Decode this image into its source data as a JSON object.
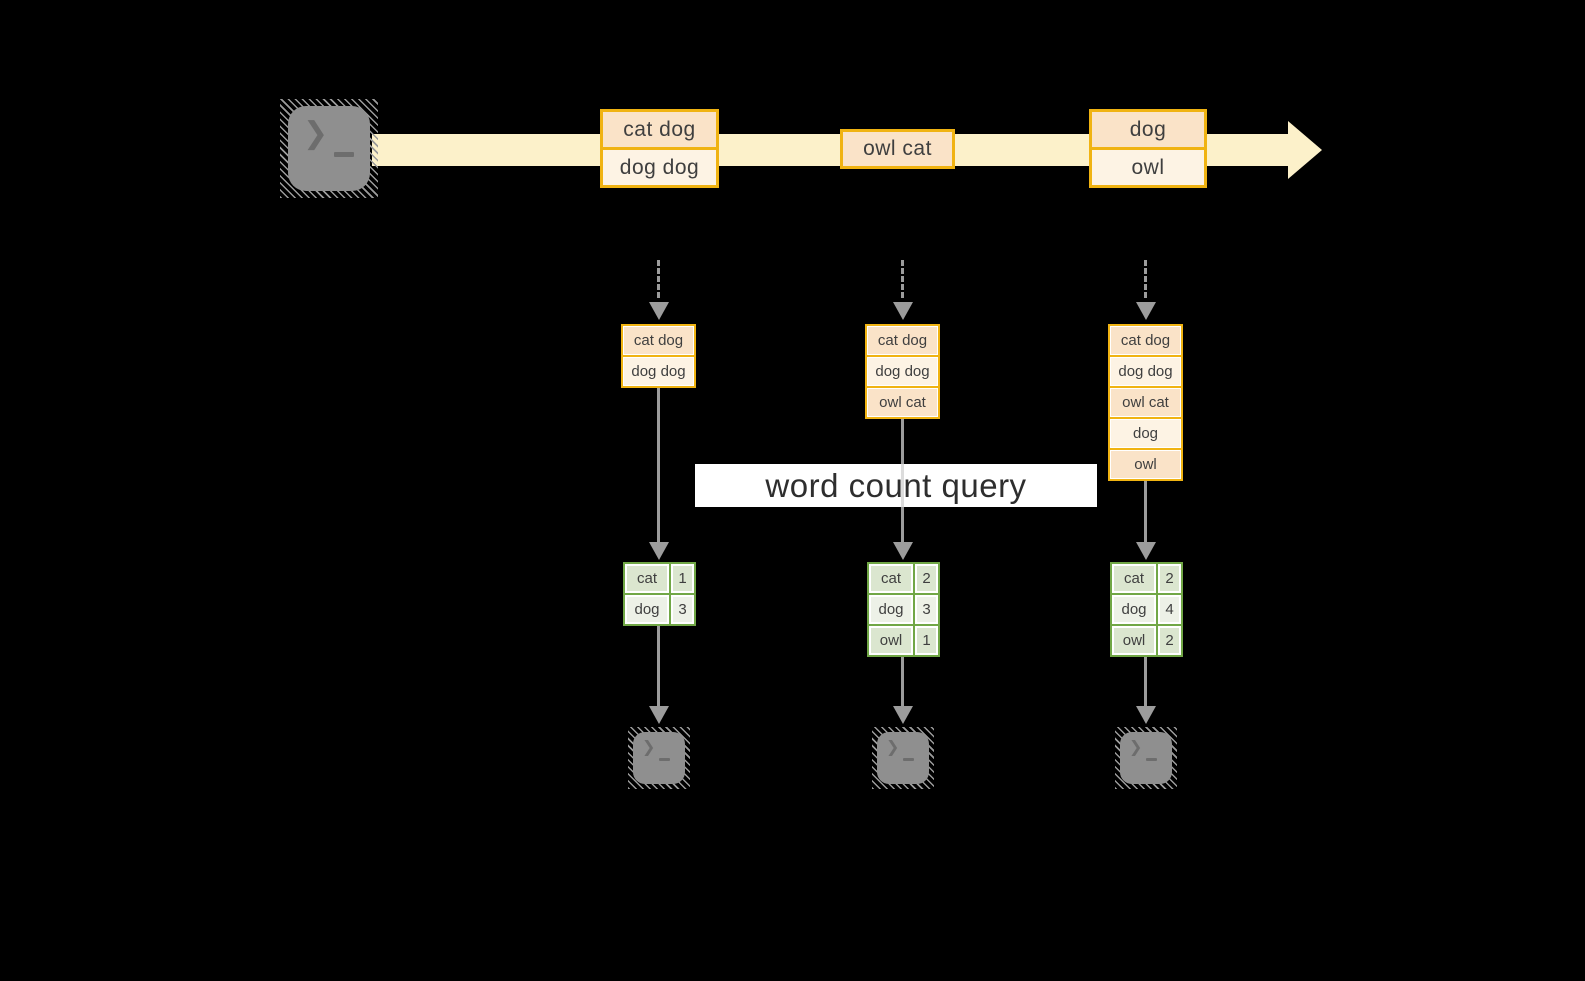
{
  "diagram": {
    "query_banner": "word count query",
    "stream": {
      "events": [
        {
          "cells": [
            "cat dog",
            "dog dog"
          ]
        },
        {
          "cells": [
            "owl cat"
          ]
        },
        {
          "cells": [
            "dog",
            "owl"
          ]
        }
      ]
    },
    "columns": [
      {
        "state_cells": [
          "cat dog",
          "dog dog"
        ],
        "counts": [
          {
            "word": "cat",
            "count": "1"
          },
          {
            "word": "dog",
            "count": "3"
          }
        ]
      },
      {
        "state_cells": [
          "cat dog",
          "dog dog",
          "owl cat"
        ],
        "counts": [
          {
            "word": "cat",
            "count": "2"
          },
          {
            "word": "dog",
            "count": "3"
          },
          {
            "word": "owl",
            "count": "1"
          }
        ]
      },
      {
        "state_cells": [
          "cat dog",
          "dog dog",
          "owl cat",
          "dog",
          "owl"
        ],
        "counts": [
          {
            "word": "cat",
            "count": "2"
          },
          {
            "word": "dog",
            "count": "4"
          },
          {
            "word": "owl",
            "count": "2"
          }
        ]
      }
    ],
    "icons": {
      "source": "terminal-icon",
      "sinks": [
        "terminal-icon",
        "terminal-icon",
        "terminal-icon"
      ]
    },
    "colors": {
      "stream_band": "#fcf1ca",
      "box_border": "#f0b312",
      "cell_peach": "#fae3c8",
      "cell_cream": "#fdf3e4",
      "table_border": "#71a746",
      "row_green_dark": "#dbe6cf",
      "row_green_light": "#edf1e7",
      "arrow_gray": "#9c9c9c",
      "text": "#3f3f3f"
    }
  }
}
